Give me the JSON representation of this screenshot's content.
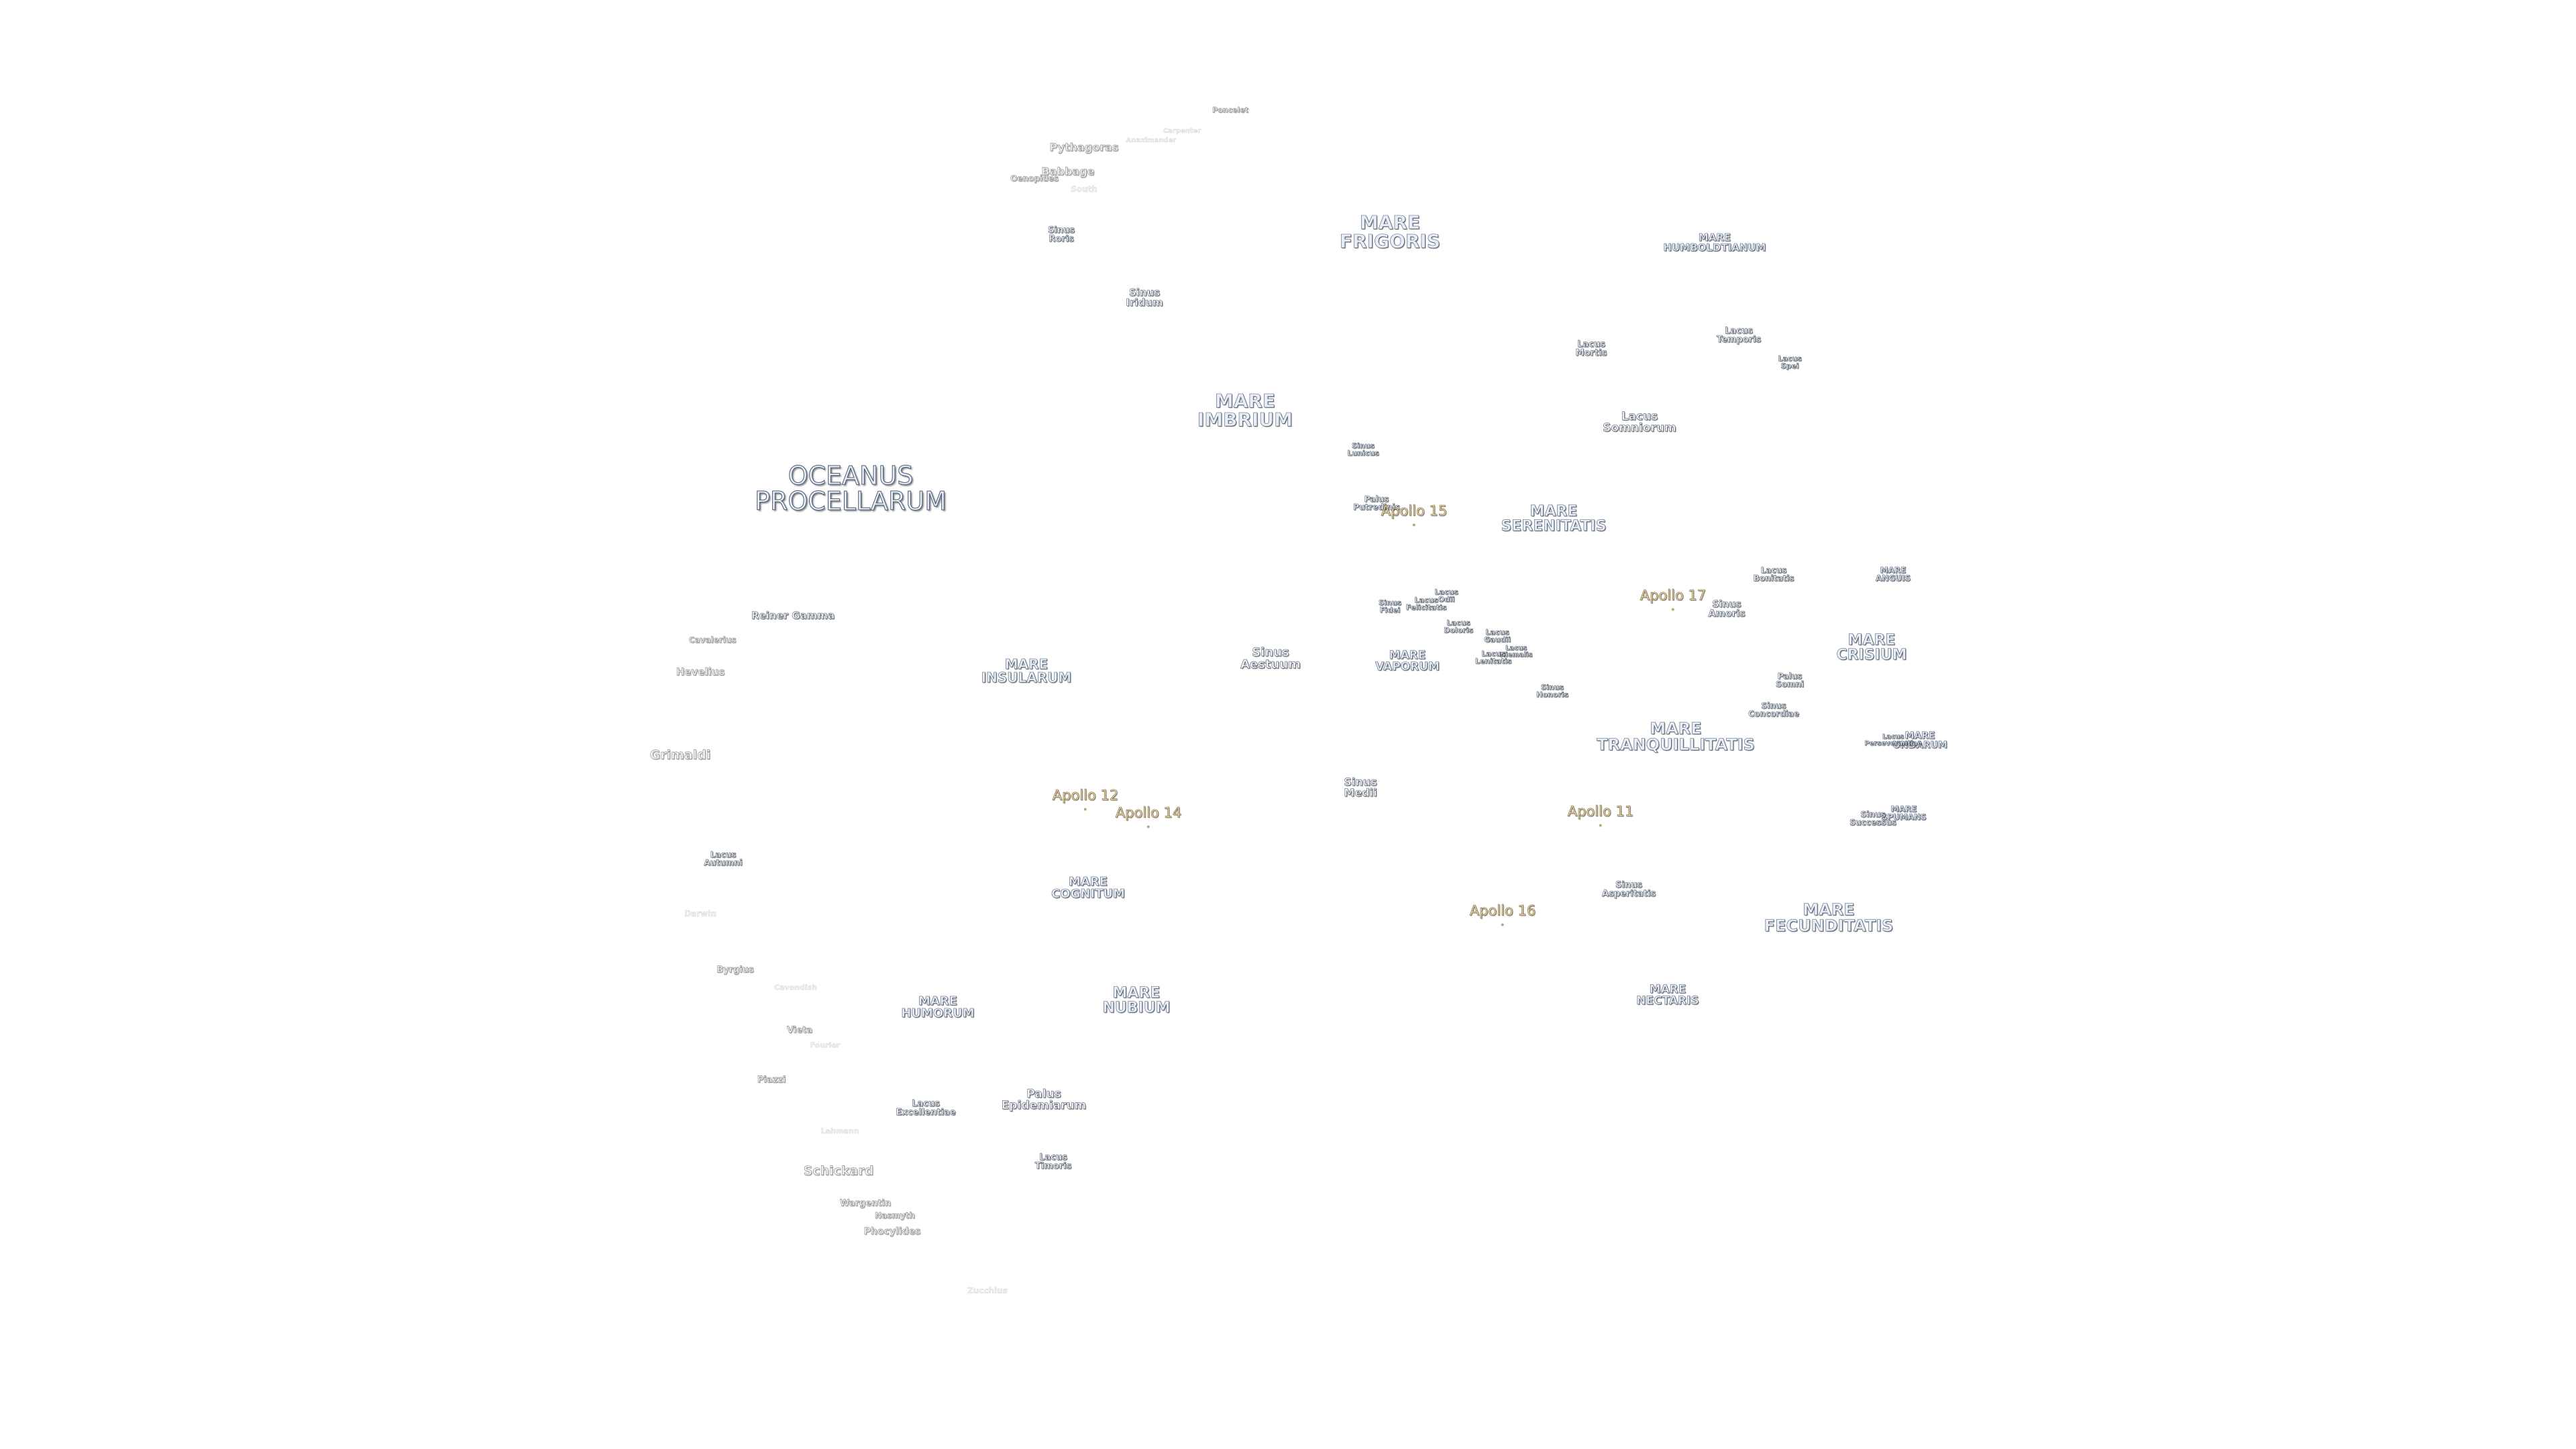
{
  "map": {
    "labels": [
      {
        "text": "OCEANUS\nPROCELLARUM",
        "kind": "ocean"
      },
      {
        "text": "MARE\nFRIGORIS",
        "kind": "mare"
      },
      {
        "text": "MARE\nIMBRIUM",
        "kind": "mare"
      },
      {
        "text": "MARE\nSERENITATIS",
        "kind": "mare"
      },
      {
        "text": "MARE\nTRANQUILLITATIS",
        "kind": "mare"
      },
      {
        "text": "MARE\nCRISIUM",
        "kind": "mare"
      },
      {
        "text": "MARE\nFECUNDITATIS",
        "kind": "mare"
      },
      {
        "text": "MARE\nNECTARIS",
        "kind": "mare"
      },
      {
        "text": "MARE\nNUBIUM",
        "kind": "mare"
      },
      {
        "text": "MARE\nHUMORUM",
        "kind": "mare"
      },
      {
        "text": "MARE\nCOGNITUM",
        "kind": "mare"
      },
      {
        "text": "MARE\nINSULARUM",
        "kind": "mare"
      },
      {
        "text": "MARE\nVAPORUM",
        "kind": "mare"
      },
      {
        "text": "MARE\nHUMBOLDTIANUM",
        "kind": "mare"
      },
      {
        "text": "MARE\nANGUIS",
        "kind": "mare"
      },
      {
        "text": "MARE\nUNDARUM",
        "kind": "mare"
      },
      {
        "text": "MARE\nSPUMANS",
        "kind": "mare"
      },
      {
        "text": "Sinus\nIridum",
        "kind": "feature"
      },
      {
        "text": "Sinus\nRoris",
        "kind": "feature"
      },
      {
        "text": "Sinus\nAestuum",
        "kind": "feature"
      },
      {
        "text": "Sinus\nMedii",
        "kind": "feature"
      },
      {
        "text": "Sinus\nAsperitatis",
        "kind": "feature"
      },
      {
        "text": "Sinus\nAmoris",
        "kind": "feature"
      },
      {
        "text": "Sinus\nConcordiae",
        "kind": "feature"
      },
      {
        "text": "Sinus\nSuccessus",
        "kind": "feature"
      },
      {
        "text": "Sinus\nHonoris",
        "kind": "feature"
      },
      {
        "text": "Sinus\nLunicus",
        "kind": "feature"
      },
      {
        "text": "Sinus\nFidei",
        "kind": "feature"
      },
      {
        "text": "Lacus\nSomniorum",
        "kind": "feature"
      },
      {
        "text": "Lacus\nMortis",
        "kind": "feature"
      },
      {
        "text": "Lacus\nTemporis",
        "kind": "feature"
      },
      {
        "text": "Lacus\nSpei",
        "kind": "feature"
      },
      {
        "text": "Lacus\nBonitatis",
        "kind": "feature"
      },
      {
        "text": "Lacus\nFelicitatis",
        "kind": "feature"
      },
      {
        "text": "Lacus\nOdii",
        "kind": "feature"
      },
      {
        "text": "Lacus\nDoloris",
        "kind": "feature"
      },
      {
        "text": "Lacus\nGaudii",
        "kind": "feature"
      },
      {
        "text": "Lacus\nHiemalis",
        "kind": "feature"
      },
      {
        "text": "Lacus\nLenitatis",
        "kind": "feature"
      },
      {
        "text": "Lacus\nPerseverantiae",
        "kind": "feature"
      },
      {
        "text": "Lacus\nAutumni",
        "kind": "feature"
      },
      {
        "text": "Lacus\nExcellentiae",
        "kind": "feature"
      },
      {
        "text": "Lacus\nTimoris",
        "kind": "feature"
      },
      {
        "text": "Palus\nPutredinis",
        "kind": "feature"
      },
      {
        "text": "Palus\nSomni",
        "kind": "feature"
      },
      {
        "text": "Palus\nEpidemiarum",
        "kind": "feature"
      },
      {
        "text": "Reiner Gamma",
        "kind": "feature"
      },
      {
        "text": "Apollo 15",
        "kind": "apollo"
      },
      {
        "text": "Apollo 17",
        "kind": "apollo"
      },
      {
        "text": "Apollo 11",
        "kind": "apollo"
      },
      {
        "text": "Apollo 12",
        "kind": "apollo"
      },
      {
        "text": "Apollo 14",
        "kind": "apollo"
      },
      {
        "text": "Apollo 16",
        "kind": "apollo"
      },
      {
        "text": "Pythagoras",
        "kind": "crater"
      },
      {
        "text": "Babbage",
        "kind": "crater"
      },
      {
        "text": "Oenopides",
        "kind": "crater"
      },
      {
        "text": "South",
        "kind": "faint"
      },
      {
        "text": "Poncelet",
        "kind": "crater"
      },
      {
        "text": "Carpenter",
        "kind": "faint"
      },
      {
        "text": "Anaximander",
        "kind": "faint"
      },
      {
        "text": "Cavalerius",
        "kind": "crater"
      },
      {
        "text": "Hevelius",
        "kind": "crater"
      },
      {
        "text": "Grimaldi",
        "kind": "crater"
      },
      {
        "text": "Darwin",
        "kind": "faint"
      },
      {
        "text": "Byrgius",
        "kind": "crater"
      },
      {
        "text": "Cavendish",
        "kind": "faint"
      },
      {
        "text": "Vieta",
        "kind": "crater"
      },
      {
        "text": "Fourier",
        "kind": "faint"
      },
      {
        "text": "Piazzi",
        "kind": "crater"
      },
      {
        "text": "Lehmann",
        "kind": "faint"
      },
      {
        "text": "Schickard",
        "kind": "crater"
      },
      {
        "text": "Wargentin",
        "kind": "crater"
      },
      {
        "text": "Nasmyth",
        "kind": "crater"
      },
      {
        "text": "Phocylides",
        "kind": "crater"
      },
      {
        "text": "Zucchius",
        "kind": "faint"
      }
    ]
  }
}
